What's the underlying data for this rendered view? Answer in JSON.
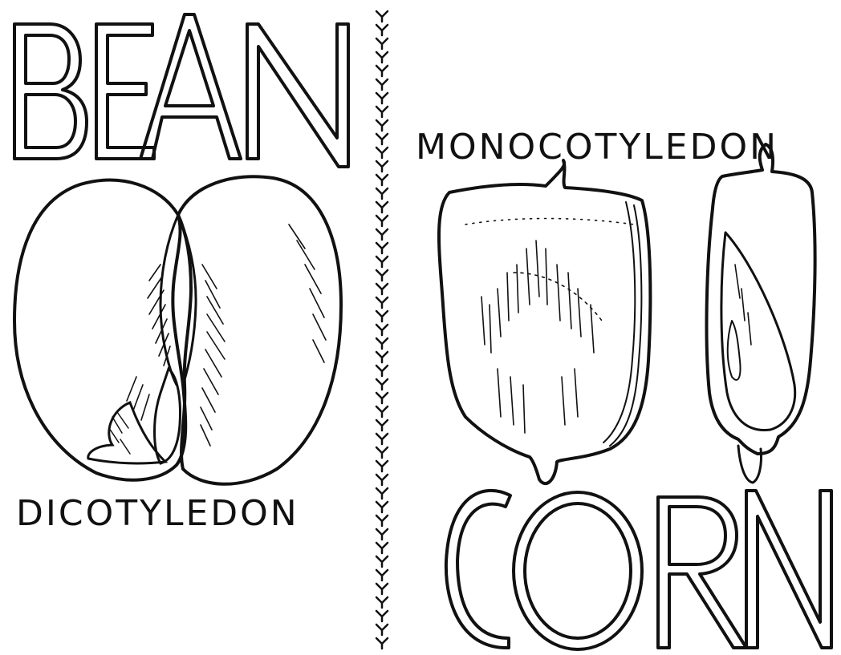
{
  "bean_section": {
    "title": "BEAN",
    "label": "DICOTYLEDON"
  },
  "corn_section": {
    "title": "CORN",
    "label": "MONOCOTYLEDON"
  },
  "colors": {
    "ink": "#111111",
    "paper": "#ffffff"
  }
}
